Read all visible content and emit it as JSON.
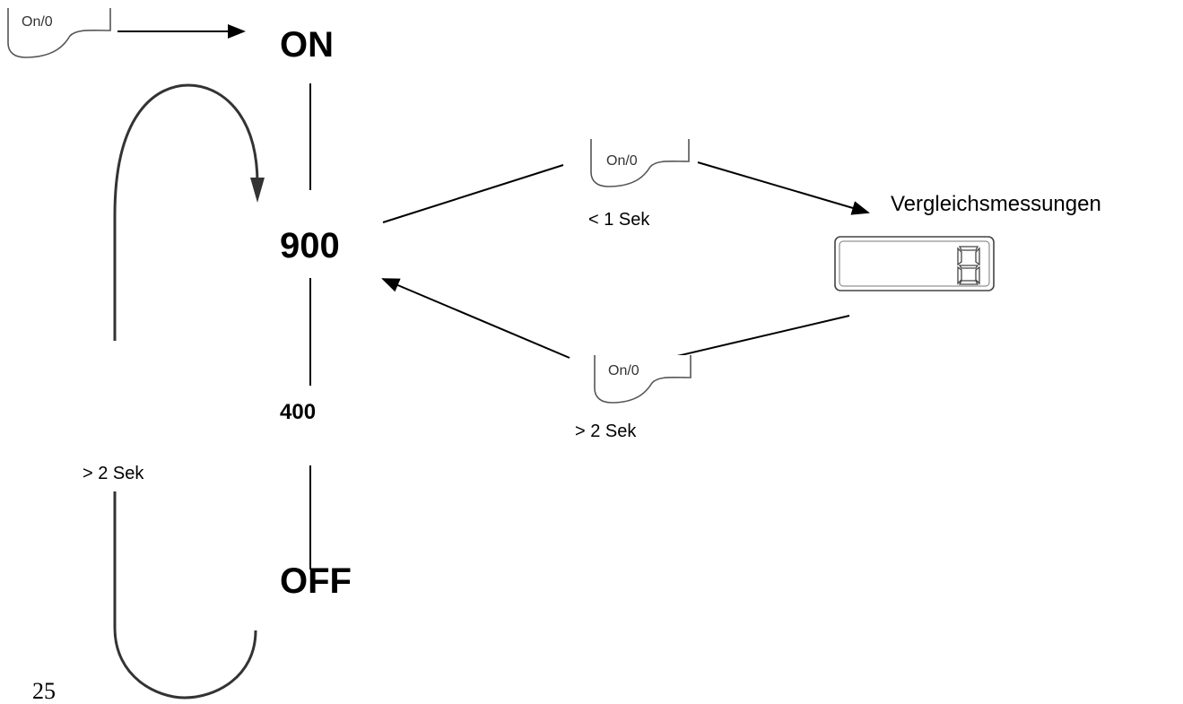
{
  "button_label": "On/0",
  "states": {
    "on": "ON",
    "s900": "900",
    "s400": "400",
    "off": "OFF"
  },
  "notes": {
    "long_press_left": "> 2 Sek",
    "short_press": "< 1 Sek",
    "long_press_right": "> 2 Sek"
  },
  "comparison": {
    "title": "Vergleichsmessungen"
  },
  "page_number": "25",
  "colors": {
    "ink": "#000000",
    "button_stroke": "#555555"
  }
}
